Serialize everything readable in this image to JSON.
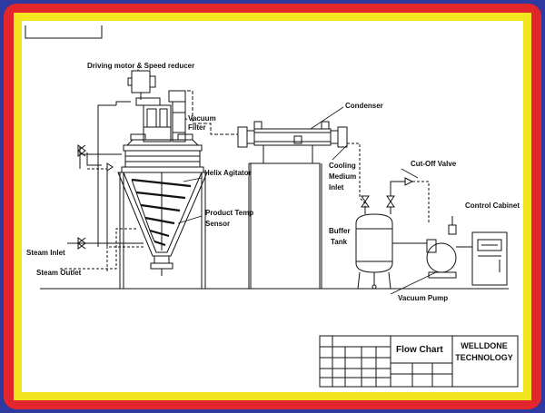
{
  "diagram": {
    "labels": {
      "driving_motor": "Driving motor & Speed reducer",
      "vacuum_filter_line1": "Vacuum",
      "vacuum_filter_line2": "Filter",
      "condenser": "Condenser",
      "cooling_line1": "Cooling",
      "cooling_line2": "Medium",
      "cooling_line3": "Inlet",
      "cutoff_valve": "Cut-Off Valve",
      "helix_agitator": "Helix Agitator",
      "product_temp_line1": "Product Temp",
      "product_temp_line2": "Sensor",
      "control_cabinet": "Control Cabinet",
      "buffer_line1": "Buffer",
      "buffer_line2": "Tank",
      "steam_inlet": "Steam Inlet",
      "steam_outlet": "Steam Outlet",
      "vacuum_pump": "Vacuum Pump"
    },
    "title_block": {
      "title": "Flow Chart",
      "company_line1": "WELLDONE",
      "company_line2": "TECHNOLOGY"
    }
  },
  "colors": {
    "outer_border": "#2e3aa0",
    "red_frame": "#e3262b",
    "yellow_frame": "#f4e61e",
    "sheet": "#ffffff",
    "ink": "#111111"
  }
}
